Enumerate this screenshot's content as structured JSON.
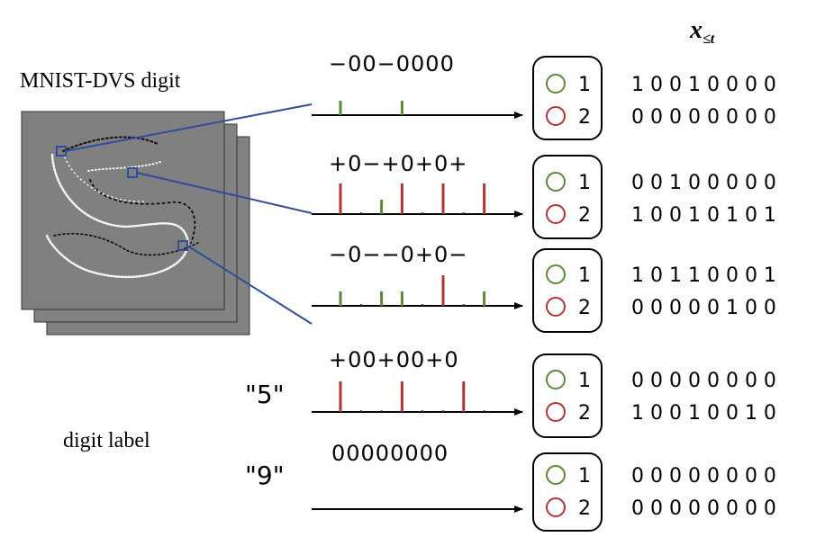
{
  "title": "MNIST-DVS digit",
  "digit_label_caption": "digit label",
  "header": {
    "symbol": "x",
    "subscript": "≤t"
  },
  "colors": {
    "green": "#5a8a3a",
    "red": "#b33434",
    "line": "#2f4d9a",
    "grey": "#828282"
  },
  "rows": [
    {
      "sequence": "−00−0000",
      "spikes": [
        "-",
        "0",
        "0",
        "-",
        "0",
        "0",
        "0",
        "0"
      ],
      "outputs": [
        {
          "index": "1",
          "bits": "1 0 0 1 0 0 0 0"
        },
        {
          "index": "2",
          "bits": "0 0 0 0 0 0 0 0"
        }
      ]
    },
    {
      "sequence": "+0−+0+0+",
      "spikes": [
        "+",
        "0",
        "-",
        "+",
        "0",
        "+",
        "0",
        "+"
      ],
      "outputs": [
        {
          "index": "1",
          "bits": "0 0 1 0 0 0 0 0"
        },
        {
          "index": "2",
          "bits": "1 0 0 1 0 1 0 1"
        }
      ]
    },
    {
      "sequence": "−0−−0+0−",
      "spikes": [
        "-",
        "0",
        "-",
        "-",
        "0",
        "+",
        "0",
        "-"
      ],
      "outputs": [
        {
          "index": "1",
          "bits": "1 0 1 1 0 0 0 1"
        },
        {
          "index": "2",
          "bits": "0 0 0 0 0 1 0 0"
        }
      ]
    },
    {
      "sequence": "+00+00+0",
      "spikes": [
        "+",
        "0",
        "0",
        "+",
        "0",
        "0",
        "+",
        "0"
      ],
      "label": "\"5\"",
      "outputs": [
        {
          "index": "1",
          "bits": "0 0 0 0 0 0 0 0"
        },
        {
          "index": "2",
          "bits": "1 0 0 1 0 0 1 0"
        }
      ]
    },
    {
      "sequence": "00000000",
      "spikes": [
        "0",
        "0",
        "0",
        "0",
        "0",
        "0",
        "0",
        "0"
      ],
      "label": "\"9\"",
      "outputs": [
        {
          "index": "1",
          "bits": "0 0 0 0 0 0 0 0"
        },
        {
          "index": "2",
          "bits": "0 0 0 0 0 0 0 0"
        }
      ]
    }
  ]
}
